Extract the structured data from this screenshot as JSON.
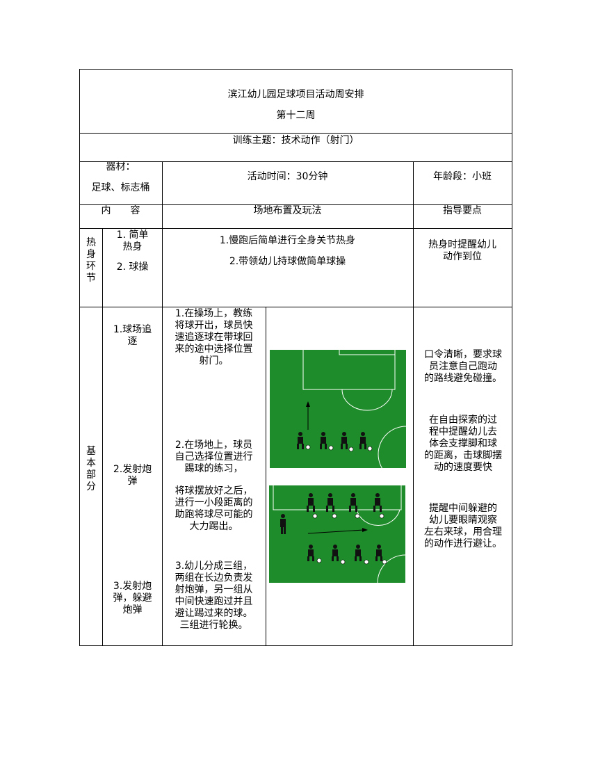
{
  "header": {
    "title": "滨江幼儿园足球项目活动周安排",
    "week": "第十二周"
  },
  "theme": "训练主题：技术动作（射门）",
  "info": {
    "equipment_label": "器材：",
    "equipment_value": "足球、标志桶",
    "time": "活动时间：30分钟",
    "age": "年龄段：小班"
  },
  "columns": {
    "content": "内　　容",
    "layout": "场地布置及玩法",
    "guide": "指导要点"
  },
  "warmup": {
    "section": "热身环节",
    "item1": "1. 简单\n热身",
    "item2": "2. 球操",
    "desc1": "1.慢跑后简单进行全身关节热身",
    "desc2": "2.带领幼儿持球做简单球操",
    "guide": "热身时提醒幼儿\n动作到位"
  },
  "basic": {
    "section": "基本部分",
    "items": [
      {
        "name": "1.球场追\n逐",
        "desc": "1.在操场上，教练\n将球开出，球员快\n速追逐球在带球回\n来的途中选择位置\n射门。",
        "guide": "口令清晰，要求球\n员注意自己跑动\n的路线避免碰撞。"
      },
      {
        "name": "2.发射炮\n弹",
        "desc": "2.在场地上，球员\n自己选择位置进行\n踢球的练习，",
        "desc_extra": "将球摆放好之后，\n进行一小段距离的\n助跑将球尽可能的\n大力踢出。",
        "guide": "在自由探索的过\n程中提醒幼儿去\n体会支撑脚和球\n的距离，击球脚摆\n动的速度要快"
      },
      {
        "name": "3.发射炮\n弹，躲避\n炮弹",
        "desc": "3.幼儿分成三组，\n两组在长边负责发\n射炮弹，另一组从\n中间快速跑过并且\n避让踢过来的球。\n三组进行轮换。",
        "guide": "提醒中间躲避的\n幼儿要眼睛观察\n左右来球，用合理\n的动作进行避让。"
      }
    ]
  },
  "colors": {
    "field_green": "#1e8c2a",
    "line": "#000000"
  }
}
